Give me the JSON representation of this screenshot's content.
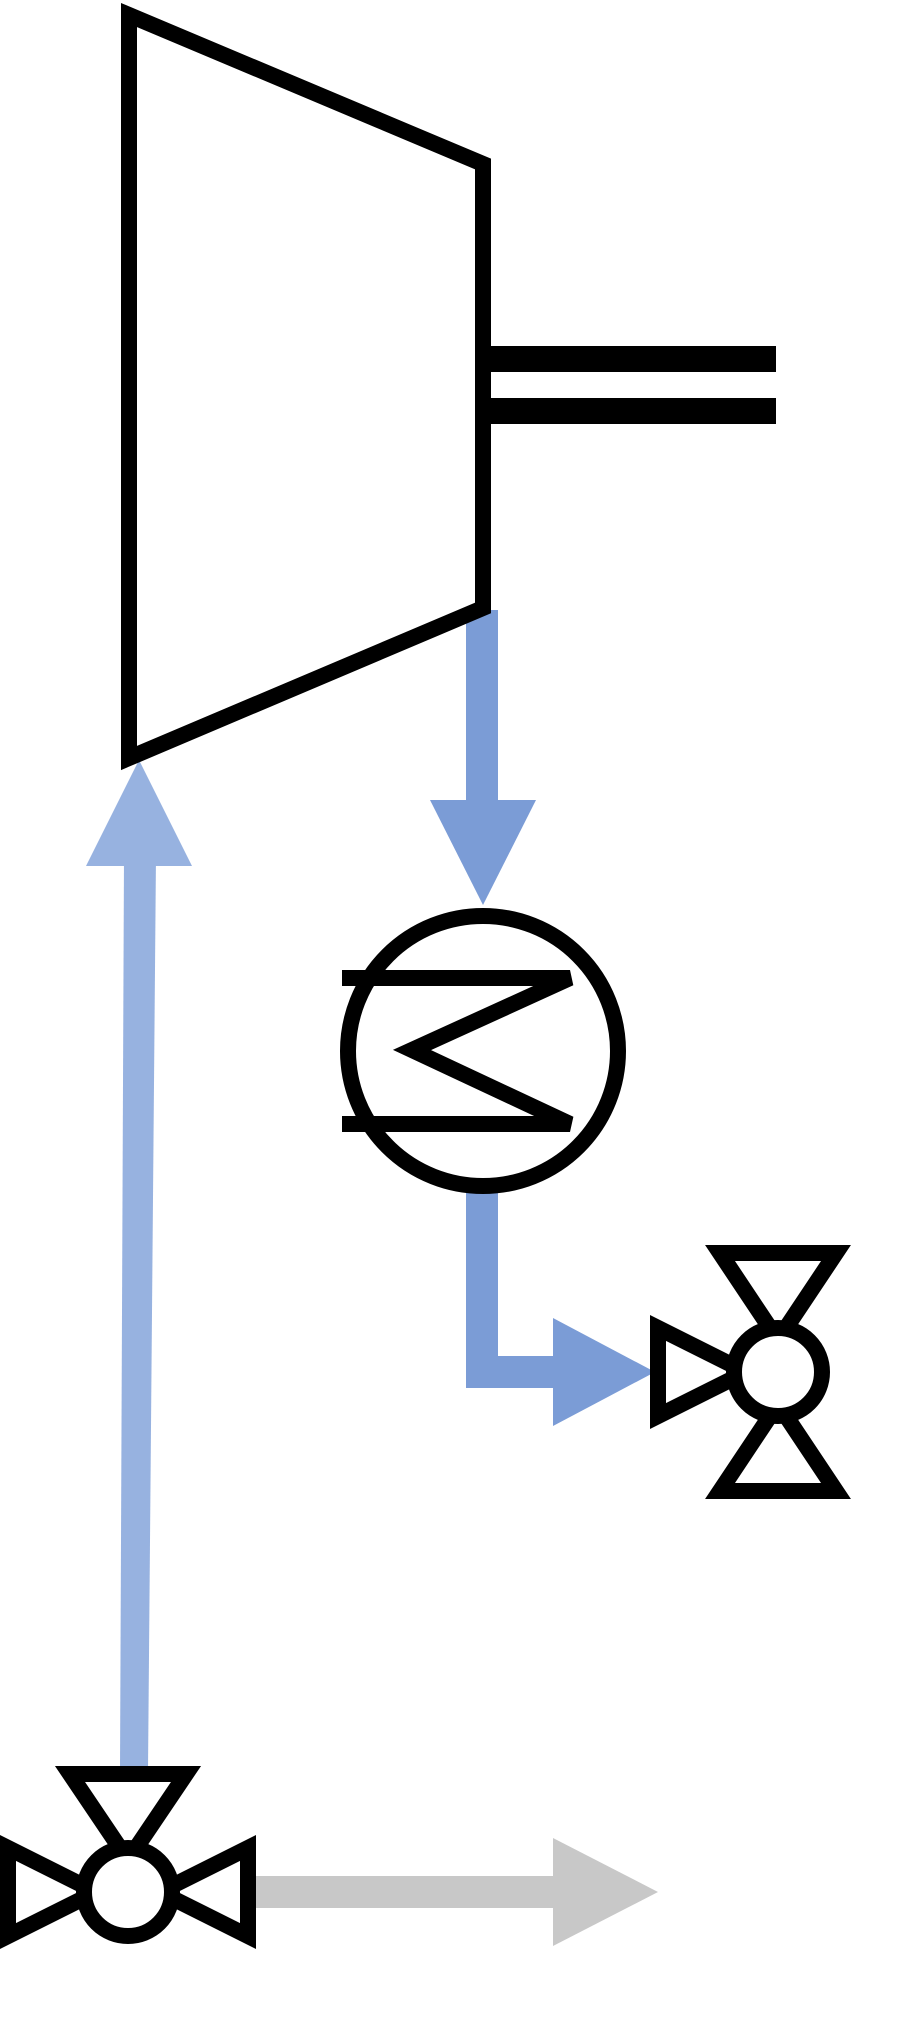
{
  "diagram": {
    "symbols": [
      {
        "id": "turbine",
        "icon": "turbine-icon"
      },
      {
        "id": "shaft",
        "icon": "shaft-icon"
      },
      {
        "id": "heat-exchanger",
        "icon": "heat-exchanger-icon"
      },
      {
        "id": "valve-right",
        "icon": "three-way-valve-icon"
      },
      {
        "id": "valve-bottom-left",
        "icon": "three-way-valve-icon"
      }
    ],
    "flows": [
      {
        "id": "turbine-to-exchanger",
        "color": "#7b9cd6"
      },
      {
        "id": "exchanger-to-valve",
        "color": "#7b9cd6"
      },
      {
        "id": "valve-to-turbine",
        "color": "#97b2e0"
      },
      {
        "id": "valve-outlet",
        "color": "#c8c8c8"
      }
    ]
  }
}
